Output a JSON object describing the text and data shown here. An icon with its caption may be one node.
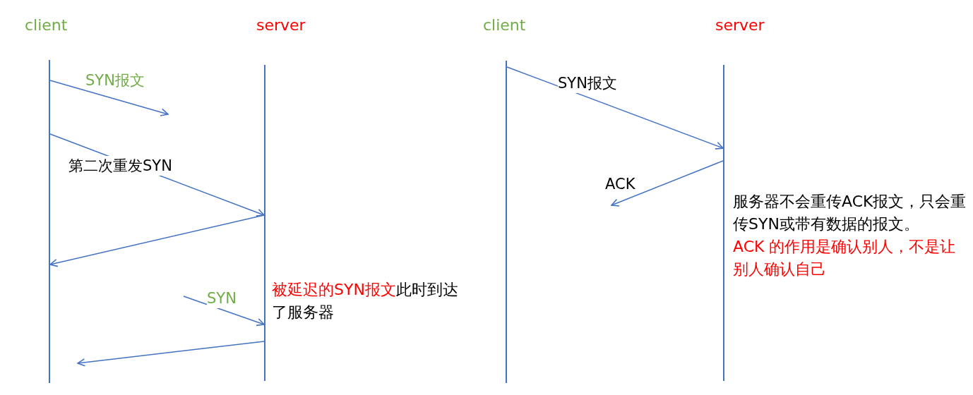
{
  "diagram": {
    "nodes": [
      {
        "text": [
          "client"
        ]
      },
      {
        "text": [
          "server"
        ]
      },
      {
        "text": [
          "client"
        ]
      },
      {
        "text": [
          "server"
        ]
      }
    ],
    "edges": [
      {
        "from": 0,
        "to": null,
        "arrow": "to",
        "label": "SYN报文"
      },
      {
        "from": 0,
        "to": 1,
        "arrow": "to",
        "label": "第二次重发SYN"
      },
      {
        "from": 1,
        "to": 0,
        "arrow": "to"
      },
      {
        "from": null,
        "to": 1,
        "arrow": "to",
        "label": "SYN"
      },
      {
        "from": 1,
        "to": null,
        "arrow": "to"
      },
      {
        "from": 2,
        "to": 3,
        "arrow": "to",
        "label": "SYN报文"
      },
      {
        "from": 3,
        "to": null,
        "arrow": "to",
        "label": "ACK"
      }
    ],
    "labels": [
      "被延迟的SYN报文",
      "此时到达了服务器",
      "服务器不会重传ACK报文，只会重传SYN或带有数据的报文。",
      "ACK 的作用是确认别人，不是让别人确认自己"
    ]
  }
}
